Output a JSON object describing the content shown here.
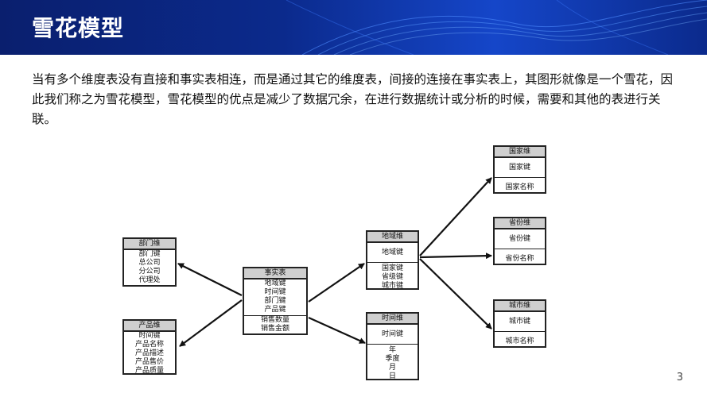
{
  "title": "雪花模型",
  "description": "当有多个维度表没有直接和事实表相连，而是通过其它的维度表，间接的连接在事实表上，其图形就像是一个雪花，因此我们称之为雪花模型，雪花模型的优点是减少了数据冗余，在进行数据统计或分析的时候，需要和其他的表进行关联。",
  "page_number": "3",
  "diagram": {
    "dept": {
      "title": "部门维",
      "fields": [
        "部门键",
        "总公司",
        "分公司",
        "代理处"
      ]
    },
    "product": {
      "title": "产品维",
      "fields": [
        "时间键",
        "产品名称",
        "产品描述",
        "产品售价",
        "产品质量"
      ]
    },
    "fact": {
      "title": "事实表",
      "keys": [
        "地域键",
        "时间键",
        "部门键",
        "产品键"
      ],
      "measures": [
        "销售数量",
        "销售金额"
      ]
    },
    "region": {
      "title": "地域维",
      "key": "地域键",
      "fields": [
        "国家键",
        "省级键",
        "城市键"
      ]
    },
    "time": {
      "title": "时间维",
      "key": "时间键",
      "fields": [
        "年",
        "季度",
        "月",
        "日"
      ]
    },
    "country": {
      "title": "国家维",
      "fields": [
        "国家键",
        "国家名称"
      ]
    },
    "province": {
      "title": "省份维",
      "fields": [
        "省份键",
        "省份名称"
      ]
    },
    "city": {
      "title": "城市维",
      "fields": [
        "城市键",
        "城市名称"
      ]
    }
  }
}
